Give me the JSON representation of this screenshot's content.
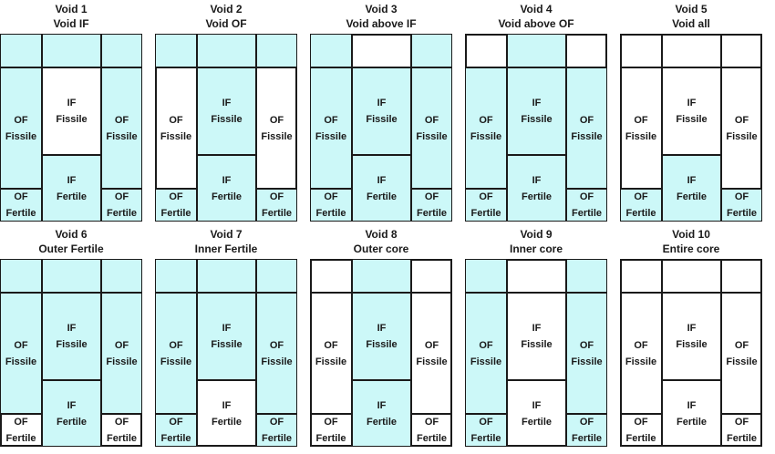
{
  "colors": {
    "voided": "#ccf8f8",
    "present": "#ffffff",
    "line": "#1a1a1a"
  },
  "labels": {
    "of": "OF",
    "if": "IF",
    "fissile": "Fissile",
    "fertile": "Fertile"
  },
  "panels": [
    {
      "title1": "Void 1",
      "title2": "Void IF",
      "voided": {
        "ofAbove": true,
        "ifAbove": true,
        "ofFissile": true,
        "ifFissile": false,
        "ifFertile": true,
        "ofFertile": true
      }
    },
    {
      "title1": "Void 2",
      "title2": "Void OF",
      "voided": {
        "ofAbove": true,
        "ifAbove": true,
        "ofFissile": false,
        "ifFissile": true,
        "ifFertile": true,
        "ofFertile": true
      }
    },
    {
      "title1": "Void 3",
      "title2": "Void above IF",
      "voided": {
        "ofAbove": true,
        "ifAbove": false,
        "ofFissile": true,
        "ifFissile": true,
        "ifFertile": true,
        "ofFertile": true
      }
    },
    {
      "title1": "Void 4",
      "title2": "Void above OF",
      "voided": {
        "ofAbove": false,
        "ifAbove": true,
        "ofFissile": true,
        "ifFissile": true,
        "ifFertile": true,
        "ofFertile": true
      }
    },
    {
      "title1": "Void 5",
      "title2": "Void all",
      "voided": {
        "ofAbove": false,
        "ifAbove": false,
        "ofFissile": false,
        "ifFissile": false,
        "ifFertile": true,
        "ofFertile": true
      }
    },
    {
      "title1": "Void 6",
      "title2": "Outer Fertile",
      "voided": {
        "ofAbove": true,
        "ifAbove": true,
        "ofFissile": true,
        "ifFissile": true,
        "ifFertile": true,
        "ofFertile": false
      }
    },
    {
      "title1": "Void 7",
      "title2": "Inner Fertile",
      "voided": {
        "ofAbove": true,
        "ifAbove": true,
        "ofFissile": true,
        "ifFissile": true,
        "ifFertile": false,
        "ofFertile": true
      }
    },
    {
      "title1": "Void 8",
      "title2": "Outer core",
      "voided": {
        "ofAbove": false,
        "ifAbove": true,
        "ofFissile": false,
        "ifFissile": true,
        "ifFertile": true,
        "ofFertile": false
      }
    },
    {
      "title1": "Void 9",
      "title2": "Inner core",
      "voided": {
        "ofAbove": true,
        "ifAbove": false,
        "ofFissile": true,
        "ifFissile": false,
        "ifFertile": false,
        "ofFertile": true
      }
    },
    {
      "title1": "Void 10",
      "title2": "Entire core",
      "voided": {
        "ofAbove": false,
        "ifAbove": false,
        "ofFissile": false,
        "ifFissile": false,
        "ifFertile": false,
        "ofFertile": false
      }
    }
  ]
}
